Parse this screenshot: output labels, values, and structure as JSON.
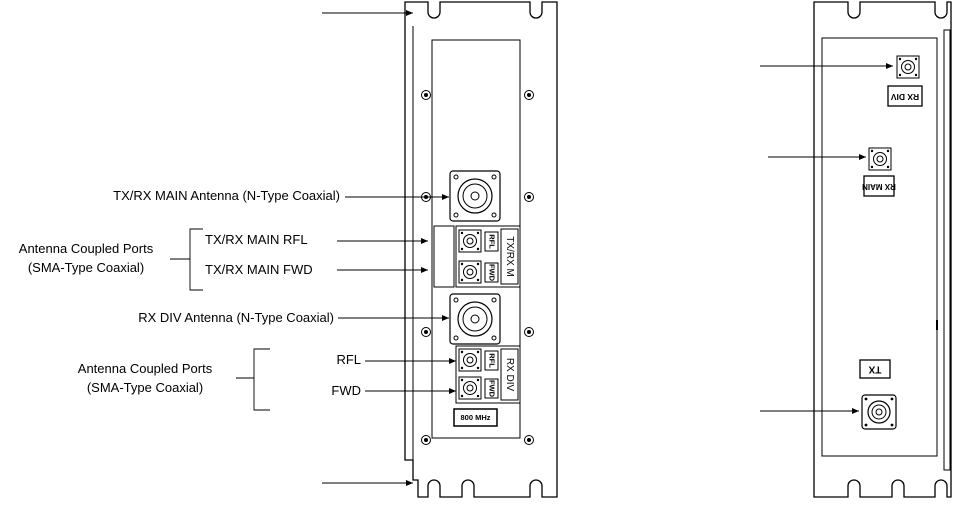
{
  "left_labels": {
    "tx_rx_main_antenna": "TX/RX MAIN Antenna (N-Type Coaxial)",
    "coupled_ports_1_line1": "Antenna Coupled Ports",
    "coupled_ports_1_line2": "(SMA-Type Coaxial)",
    "tx_rx_main_rfl": "TX/RX MAIN RFL",
    "tx_rx_main_fwd": "TX/RX MAIN FWD",
    "rx_div_antenna": "RX DIV Antenna (N-Type Coaxial)",
    "coupled_ports_2_line1": "Antenna Coupled Ports",
    "coupled_ports_2_line2": "(SMA-Type Coaxial)",
    "rfl": "RFL",
    "fwd": "FWD"
  },
  "panel_labels": {
    "rfl_tag": "RFL",
    "fwd_tag": "FWD",
    "tx_rx_m": "TX/RX M",
    "rx_div": "RX DIV",
    "freq_badge": "800 MHz"
  },
  "right_panel_labels": {
    "rx_div_tag": "RX DIV",
    "rx_main_tag": "RX MAIN",
    "tx_tag": "TX"
  },
  "colors": {
    "line": "#000000",
    "panel_fill": "#ffffff",
    "outline_gray": "#333333"
  }
}
